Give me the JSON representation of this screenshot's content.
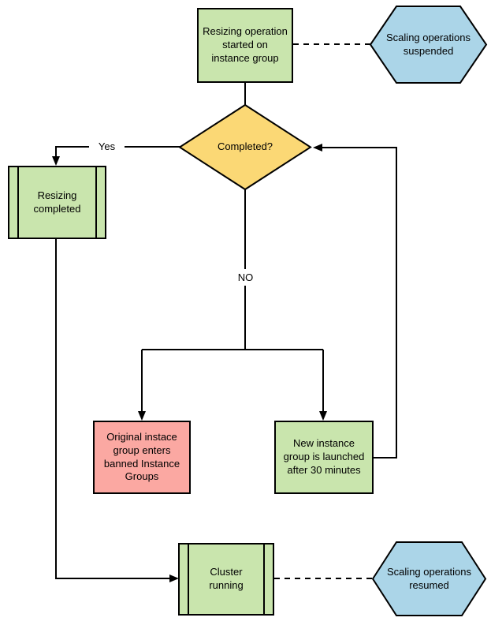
{
  "palette": {
    "process_green": "#c9e5ad",
    "terminal_blue": "#abd5e8",
    "decision_yellow": "#fbd875",
    "alert_pink": "#fba8a2",
    "line_black": "#000000",
    "background_white": "#ffffff"
  },
  "nodes": {
    "start": {
      "label": "Resizing operation\nstarted on\ninstance group"
    },
    "suspended": {
      "label": "Scaling operations\nsuspended"
    },
    "decision": {
      "label": "Completed?"
    },
    "resizing_completed": {
      "label": "Resizing\ncompleted"
    },
    "banned_group": {
      "label": "Original instace\ngroup enters\nbanned Instance\nGroups"
    },
    "new_group": {
      "label": "New instance\ngroup is launched\nafter 30 minutes"
    },
    "cluster_running": {
      "label": "Cluster\nrunning"
    },
    "resumed": {
      "label": "Scaling operations\nresumed"
    }
  },
  "edge_labels": {
    "yes": "Yes",
    "no": "NO"
  }
}
